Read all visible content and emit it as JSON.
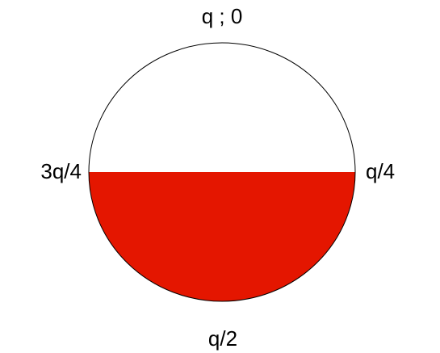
{
  "diagram": {
    "labels": {
      "top": "q ; 0",
      "right": "q/4",
      "bottom": "q/2",
      "left": "3q/4"
    },
    "filled_fraction": 0.5,
    "filled_half": "bottom",
    "colors": {
      "fill": "#e41600",
      "outline": "#000000",
      "background": "#ffffff"
    }
  }
}
